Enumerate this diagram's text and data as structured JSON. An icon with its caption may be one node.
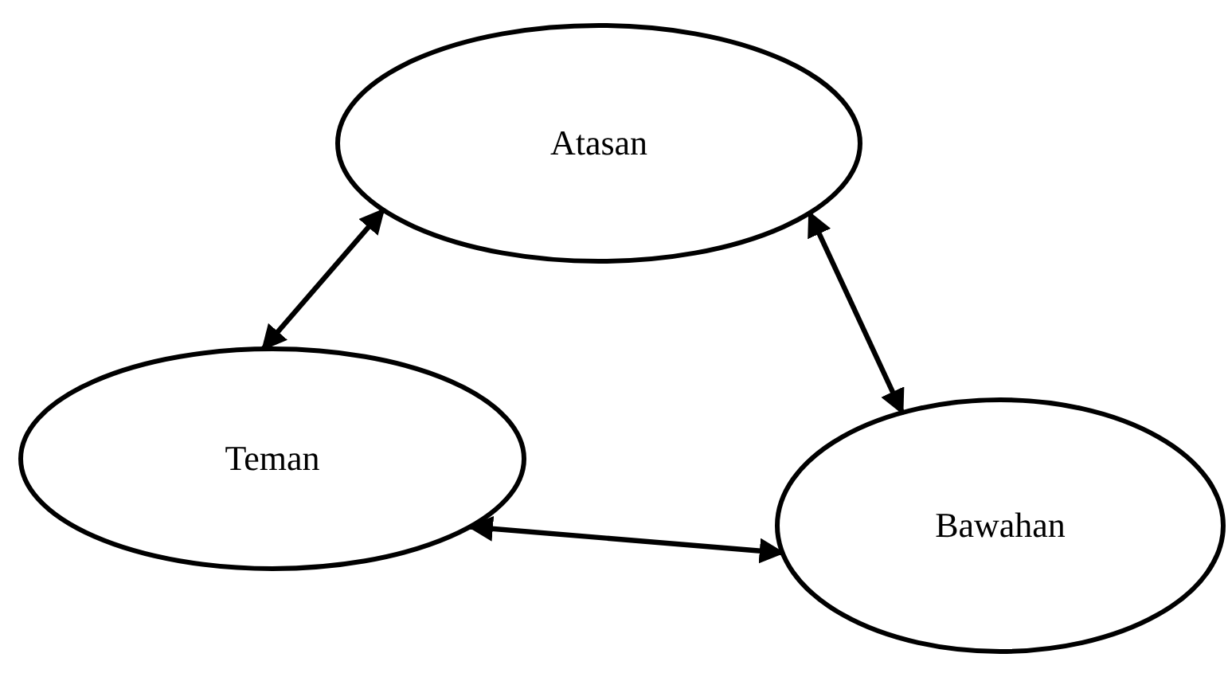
{
  "diagram": {
    "nodes": [
      {
        "text": [
          "Atasan"
        ]
      },
      {
        "text": [
          "Teman"
        ]
      },
      {
        "text": [
          "Bawahan"
        ]
      }
    ],
    "edges": [
      {
        "from": 0,
        "to": 1,
        "arrow": "both"
      },
      {
        "from": 0,
        "to": 2,
        "arrow": "both"
      },
      {
        "from": 1,
        "to": 2,
        "arrow": "both"
      }
    ]
  }
}
